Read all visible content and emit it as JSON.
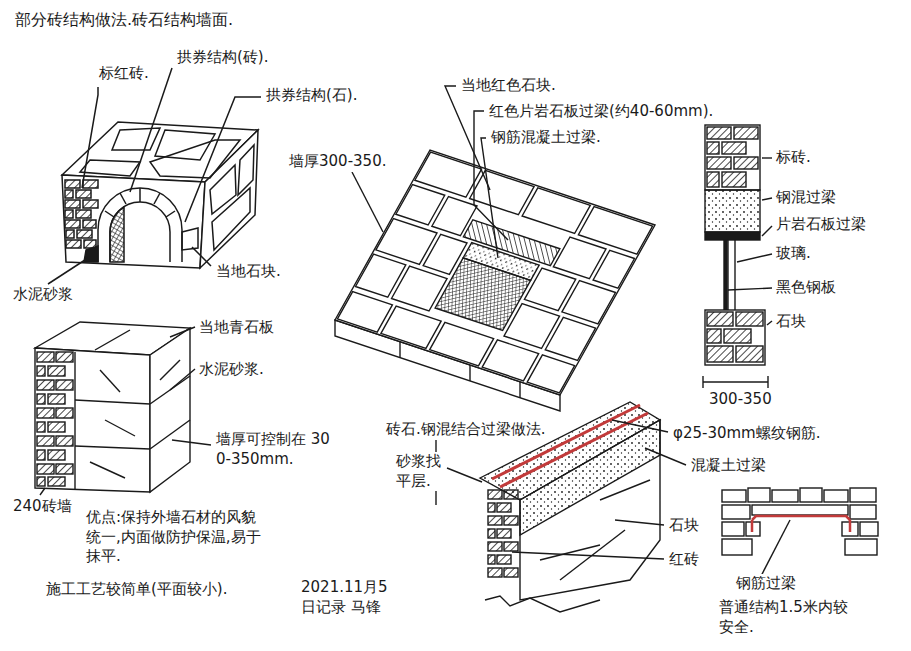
{
  "diagram": {
    "title": "部分砖结构做法.砖石结构墙面.",
    "labels": [
      "标红砖.",
      "拱券结构(砖).",
      "拱券结构(石).",
      "当地石块.",
      "水泥砂浆",
      "当地红色石块.",
      "红色片岩石板过梁(约40-60mm).",
      "钢筋混凝土过梁.",
      "墙厚300-350.",
      "标砖.",
      "钢混过梁",
      "片岩石板过梁",
      "玻璃.",
      "黑色钢板",
      "石块",
      "300-350",
      "当地青石板",
      "水泥砂浆.",
      "墙厚可控制在 300-350mm.",
      "240砖墙",
      "优点:保持外墙石材的风貌统一,内面做防护保温,易于抹平.",
      "施工工艺较简单(平面较小).",
      "砖石.钢混结合过梁做法.",
      "砂浆找平层.",
      "2021.11月5日记录 马锋",
      "φ25-30mm螺纹钢筋.",
      "混凝土过梁",
      "石块",
      "红砖",
      "钢筋过梁",
      "普通结构1.5米内较安全."
    ]
  }
}
